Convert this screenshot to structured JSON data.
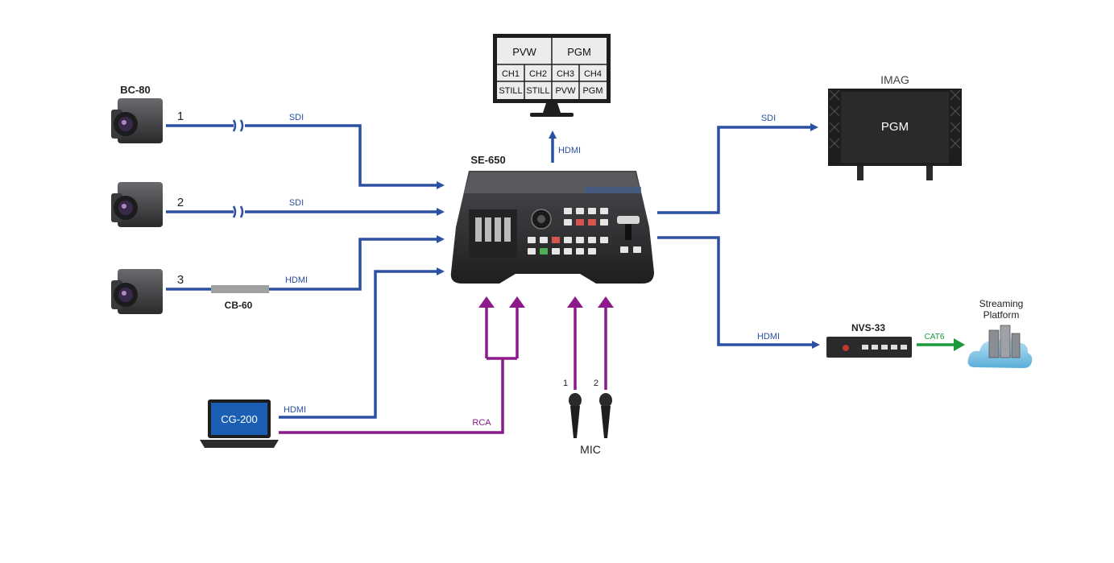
{
  "colors": {
    "video": "#2b4fa3",
    "audio": "#8c1a8a",
    "network": "#1a9a3a",
    "device_dark": "#2c2c2e",
    "cable_gray": "#a0a0a0",
    "cloud": "#7fc3e6"
  },
  "cameras": {
    "model": "BC-80",
    "items": [
      {
        "number": "1",
        "signal": "SDI"
      },
      {
        "number": "2",
        "signal": "SDI"
      },
      {
        "number": "3",
        "signal": "HDMI"
      }
    ],
    "converter": "CB-60"
  },
  "laptop": {
    "name": "CG-200",
    "video_signal": "HDMI",
    "audio_signal": "RCA"
  },
  "switcher": {
    "name": "SE-650",
    "monitor_signal": "HDMI"
  },
  "monitor": {
    "top": [
      "PVW",
      "PGM"
    ],
    "row1": [
      "CH1",
      "CH2",
      "CH3",
      "CH4"
    ],
    "row2": [
      "STILL",
      "STILL",
      "PVW",
      "PGM"
    ]
  },
  "mics": {
    "label": "MIC",
    "items": [
      "1",
      "2"
    ]
  },
  "imag": {
    "title": "IMAG",
    "screen": "PGM",
    "signal": "SDI"
  },
  "encoder": {
    "name": "NVS-33",
    "input_signal": "HDMI",
    "output_signal": "CAT6"
  },
  "streaming": {
    "line1": "Streaming",
    "line2": "Platform"
  }
}
